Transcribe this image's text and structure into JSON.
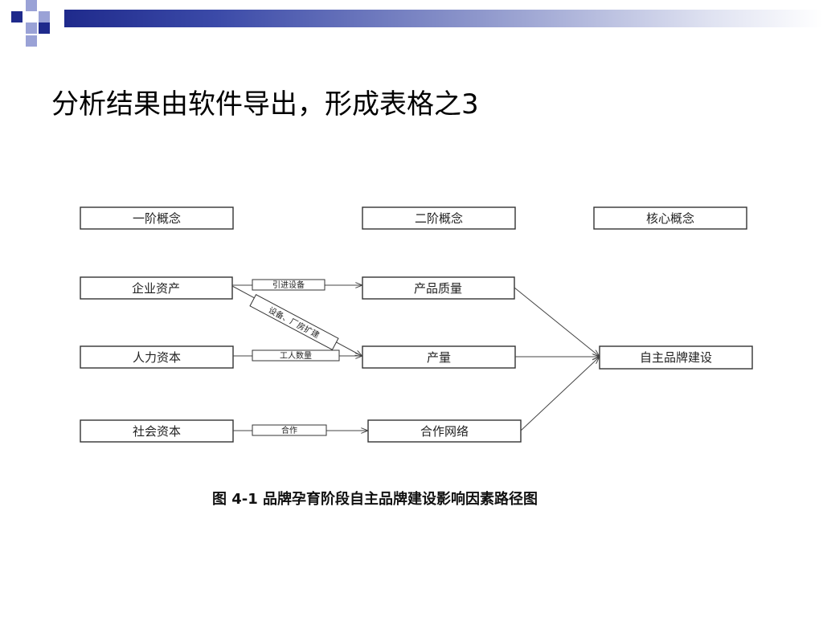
{
  "slide": {
    "title": "分析结果由软件导出，形成表格之3"
  },
  "diagram": {
    "headers": {
      "first_order": "一阶概念",
      "second_order": "二阶概念",
      "core": "核心概念"
    },
    "first_order_nodes": {
      "enterprise_assets": "企业资产",
      "human_capital": "人力资本",
      "social_capital": "社会资本"
    },
    "second_order_nodes": {
      "product_quality": "产品质量",
      "output": "产量",
      "cooperation_network": "合作网络"
    },
    "core_node": "自主品牌建设",
    "edge_labels": {
      "import_equipment": "引进设备",
      "equipment_expansion": "设备、厂房扩建",
      "worker_count": "工人数量",
      "cooperation": "合作"
    },
    "caption": "图 4-1  品牌孕育阶段自主品牌建设影响因素路径图"
  },
  "colors": {
    "band_dark": "#1f2a8c",
    "band_light": "#dfe2f1",
    "deco_square": "#1f2a8c",
    "deco_light": "#9aa2d6"
  }
}
